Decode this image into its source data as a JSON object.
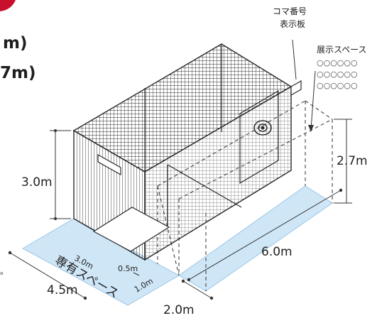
{
  "colors": {
    "cage": "#2a2a2a",
    "floor_highlight": "#cfe6f6",
    "floor_outline": "#9cc6e6",
    "dimension_line": "#333333",
    "dashed": "#444444",
    "accent_red": "#c8102e"
  },
  "title_fragments": {
    "line1": "m)",
    "line2": "7m)"
  },
  "labels": {
    "booth_number_board_line1": "コマ番号",
    "booth_number_board_line2": "表示板",
    "exhibit_space": "展示スペース",
    "circles_row1": "○○○○○○",
    "circles_row2": "○○○○○○",
    "circles_row3": "○○○○○○",
    "private_space": "専有スペース",
    "left_fragment": "。"
  },
  "dimensions": {
    "height_front": "3.0m",
    "height_back": "2.7m",
    "length": "6.0m",
    "width_front": "4.5m",
    "width_side": "2.0m",
    "private_depth": "3.0m",
    "private_gap": "0.5m",
    "private_width": "1.0m"
  }
}
